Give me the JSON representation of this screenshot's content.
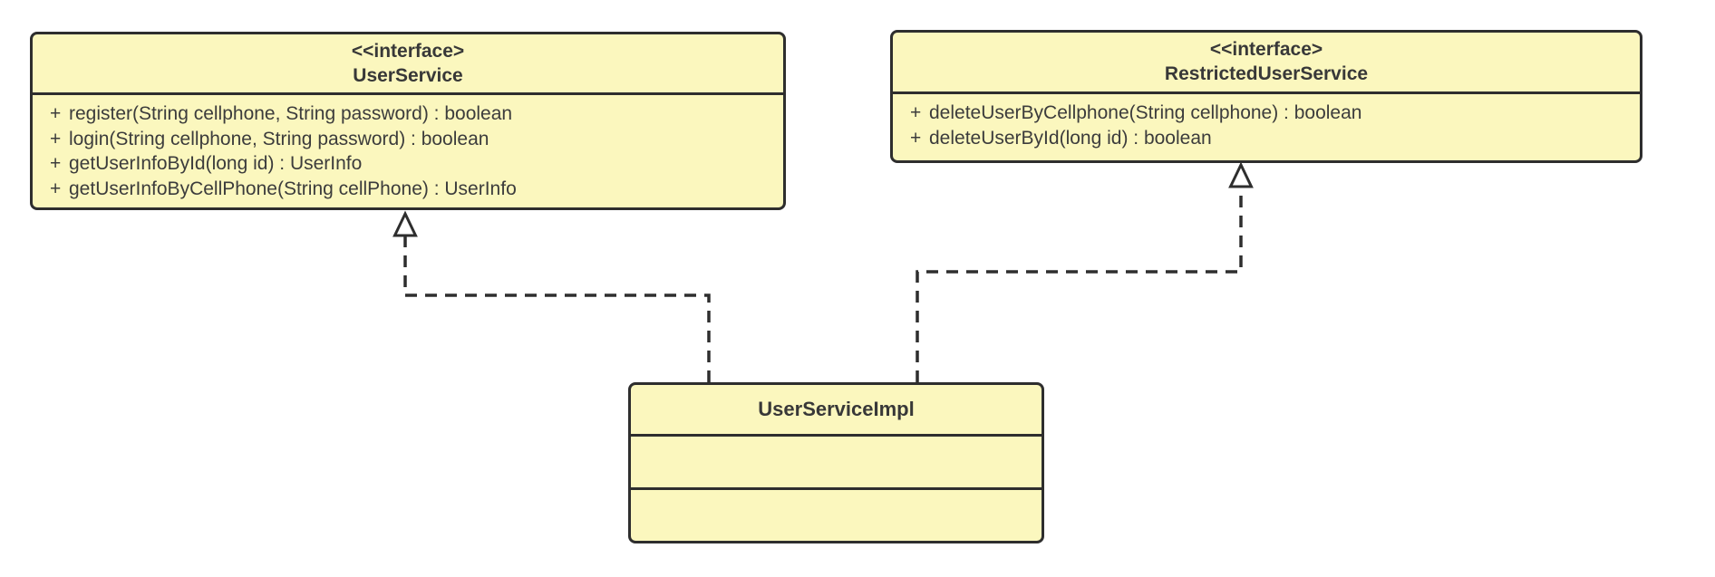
{
  "diagram": {
    "type": "uml-class-diagram",
    "background_color": "#ffffff",
    "node_fill_color": "#fbf7be",
    "node_border_color": "#2e2e2e",
    "text_color": "#3c3c3c"
  },
  "nodes": {
    "user_service": {
      "stereotype": "<<interface>",
      "name": "UserService",
      "methods": [
        {
          "visibility": "+",
          "signature": "register(String cellphone, String password) : boolean"
        },
        {
          "visibility": "+",
          "signature": "login(String cellphone, String password) : boolean"
        },
        {
          "visibility": "+",
          "signature": "getUserInfoById(long id) : UserInfo"
        },
        {
          "visibility": "+",
          "signature": "getUserInfoByCellPhone(String cellPhone) : UserInfo"
        }
      ]
    },
    "restricted_user_service": {
      "stereotype": "<<interface>",
      "name": "RestrictedUserService",
      "methods": [
        {
          "visibility": "+",
          "signature": "deleteUserByCellphone(String cellphone) : boolean"
        },
        {
          "visibility": "+",
          "signature": "deleteUserById(long id) : boolean"
        }
      ]
    },
    "user_service_impl": {
      "name": "UserServiceImpl",
      "attributes": [],
      "methods": []
    }
  },
  "relationships": [
    {
      "type": "realization",
      "from": "UserServiceImpl",
      "to": "UserService",
      "line_style": "dashed",
      "arrowhead": "hollow-triangle"
    },
    {
      "type": "realization",
      "from": "UserServiceImpl",
      "to": "RestrictedUserService",
      "line_style": "dashed",
      "arrowhead": "hollow-triangle"
    }
  ]
}
